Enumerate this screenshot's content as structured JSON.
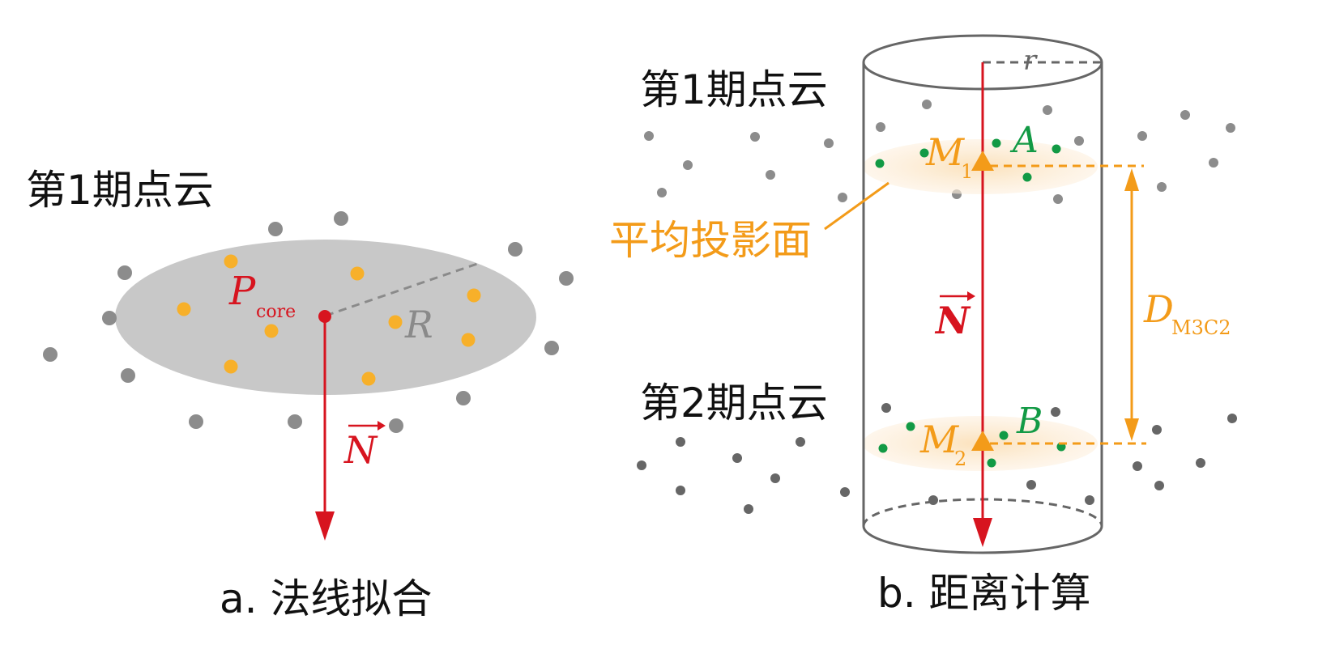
{
  "panel_a": {
    "period_label": "第1期点云",
    "core_label_main": "P",
    "core_label_sub": "core",
    "radius_label": "R",
    "normal_label": "N",
    "caption": "a. 法线拟合"
  },
  "panel_b": {
    "period1_label": "第1期点云",
    "period2_label": "第2期点云",
    "radius_label": "r",
    "projection_label": "平均投影面",
    "normal_label": "N",
    "m1_main": "M",
    "m1_sub": "1",
    "m2_main": "M",
    "m2_sub": "2",
    "point_a": "A",
    "point_b": "B",
    "distance_main": "D",
    "distance_sub": "M3C2",
    "caption": "b. 距离计算"
  },
  "colors": {
    "gray_point": "#8c8c8c",
    "dark_gray_point": "#6e6e6e",
    "orange": "#f39b19",
    "orange_point": "#f7b02a",
    "red": "#d7141f",
    "green": "#129a45",
    "ellipse_fill": "#c8c8c8",
    "projection_fill": "#fbe3c2"
  }
}
